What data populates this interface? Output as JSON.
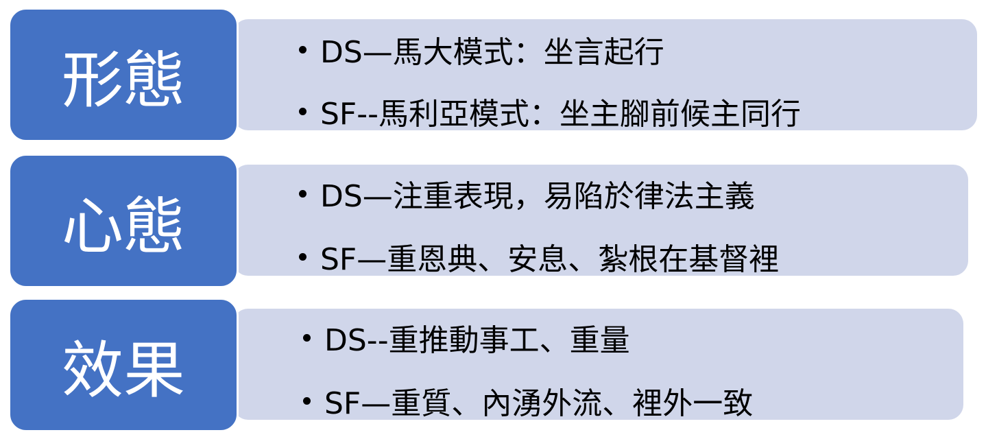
{
  "colors": {
    "head": "#4472C4",
    "panel": "#D0D6EA"
  },
  "rows": [
    {
      "title": "形態",
      "bullets": [
        "DS—馬大模式：坐言起行",
        "SF--馬利亞模式：坐主腳前候主同行"
      ]
    },
    {
      "title": "心態",
      "bullets": [
        "DS—注重表現，易陷於律法主義",
        "SF—重恩典、安息、紮根在基督裡"
      ]
    },
    {
      "title": "效果",
      "bullets": [
        "DS--重推動事工、重量",
        "SF—重質、內湧外流、裡外一致"
      ]
    }
  ]
}
